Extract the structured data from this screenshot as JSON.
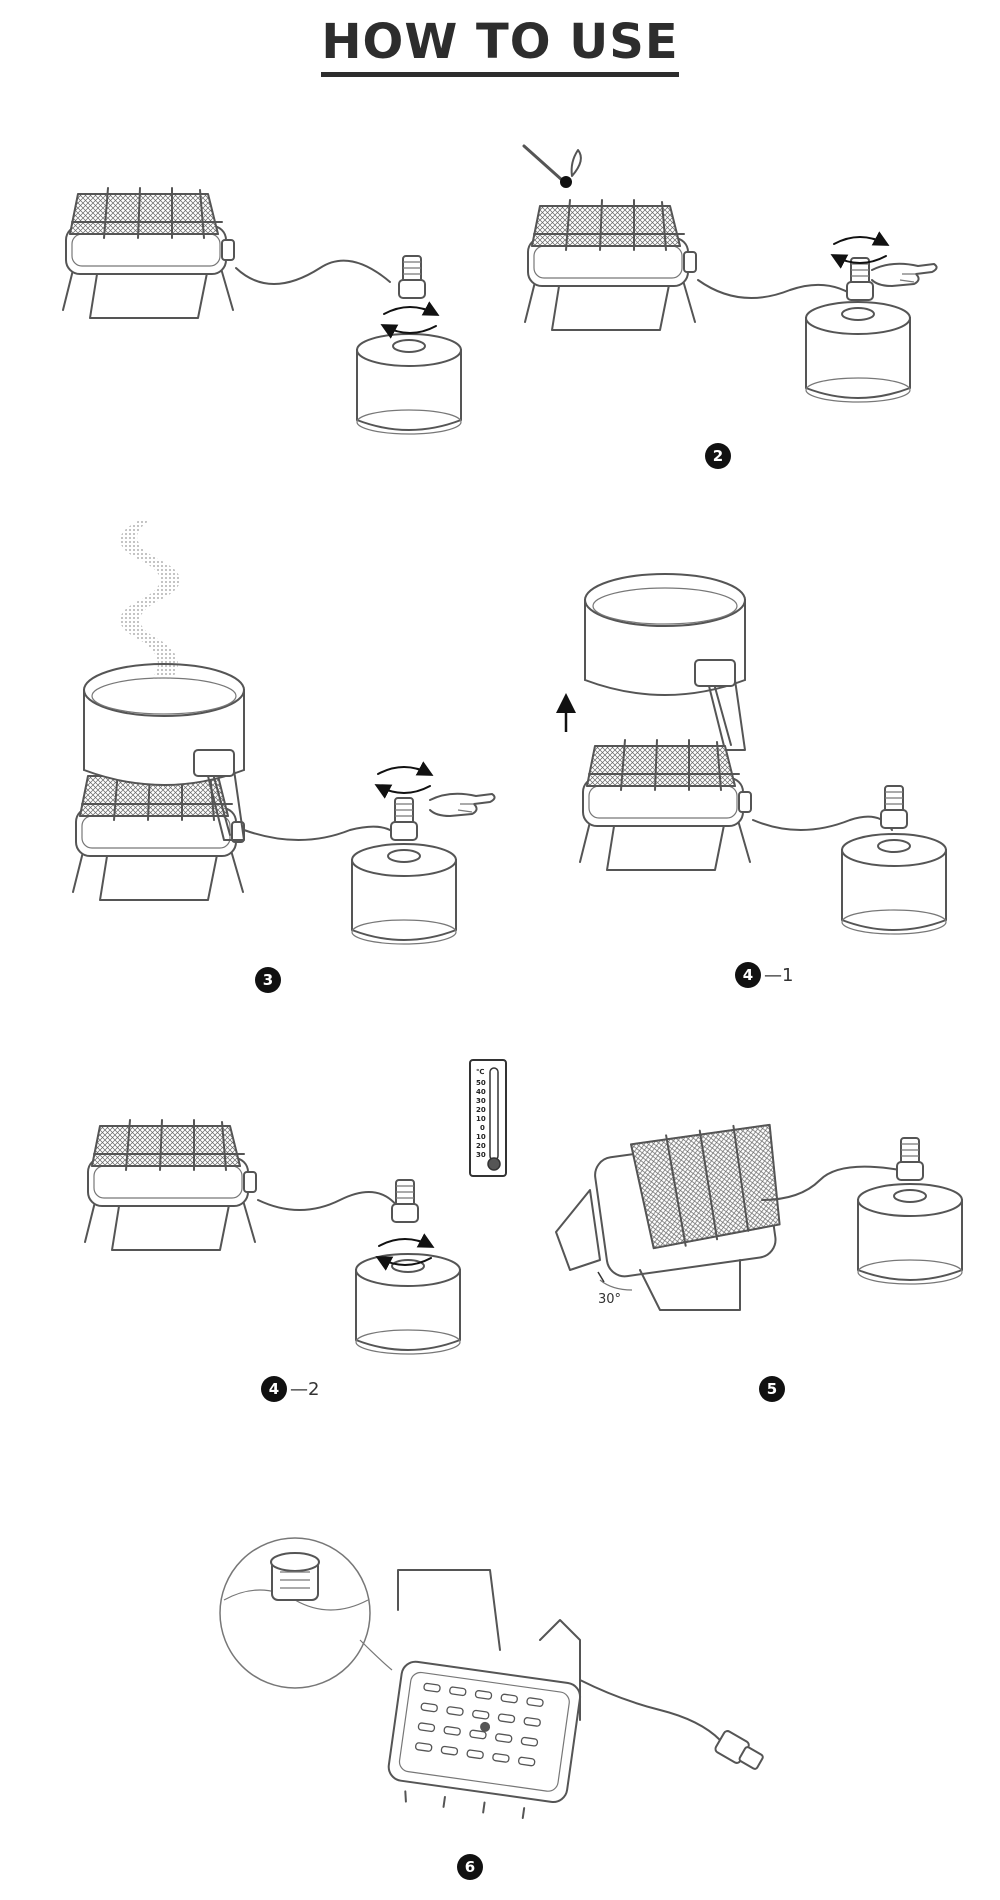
{
  "title": "HOW TO USE",
  "steps": [
    {
      "id": "step-1",
      "badge": "",
      "suffix": ""
    },
    {
      "id": "step-2",
      "badge": "2",
      "suffix": ""
    },
    {
      "id": "step-3",
      "badge": "3",
      "suffix": ""
    },
    {
      "id": "step-4-1",
      "badge": "4",
      "suffix": "—1"
    },
    {
      "id": "step-4-2",
      "badge": "4",
      "suffix": "—2"
    },
    {
      "id": "step-5",
      "badge": "5",
      "suffix": ""
    },
    {
      "id": "step-6",
      "badge": "6",
      "suffix": ""
    }
  ],
  "angle_label": "30°",
  "thermometer": {
    "unit": "℃",
    "scale": [
      "50",
      "40",
      "30",
      "20",
      "10",
      "0",
      "10",
      "20",
      "30"
    ]
  },
  "icons": [
    "match-icon",
    "rotate-arrows-icon",
    "hand-icon",
    "steam-icon",
    "up-arrow-icon",
    "thermometer-icon",
    "magnifier-circle-icon"
  ]
}
